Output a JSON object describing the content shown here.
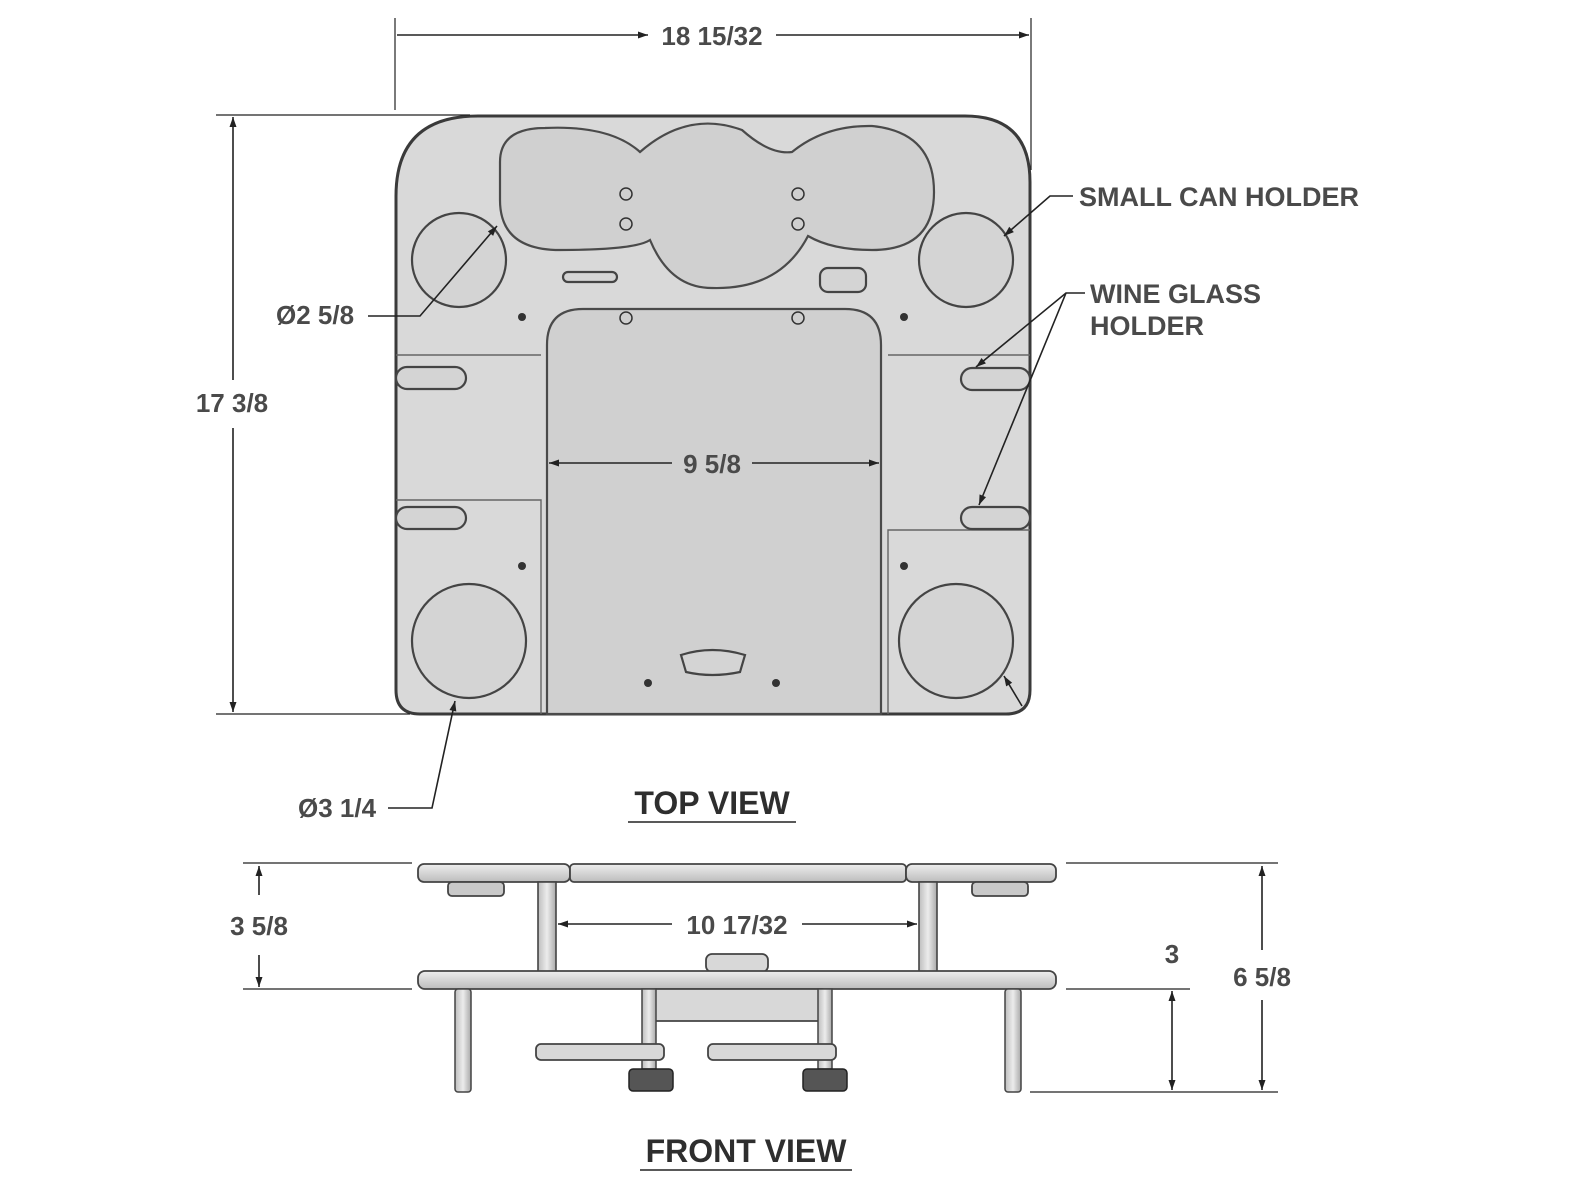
{
  "top_view": {
    "title": "TOP VIEW",
    "dims": {
      "width": "18 15/32",
      "height": "17 3/8",
      "inner_width": "9 5/8",
      "small_hole_dia": "Ø2 5/8",
      "large_hole_dia": "Ø3 1/4"
    },
    "notes": {
      "small_can_holder": "SMALL CAN HOLDER",
      "wine_glass_line1": "WINE GLASS",
      "wine_glass_line2": "HOLDER"
    }
  },
  "front_view": {
    "title": "FRONT VIEW",
    "dims": {
      "upper_height": "3 5/8",
      "leg_span": "10 17/32",
      "leg_height": "3",
      "total_height": "6 5/8"
    }
  }
}
